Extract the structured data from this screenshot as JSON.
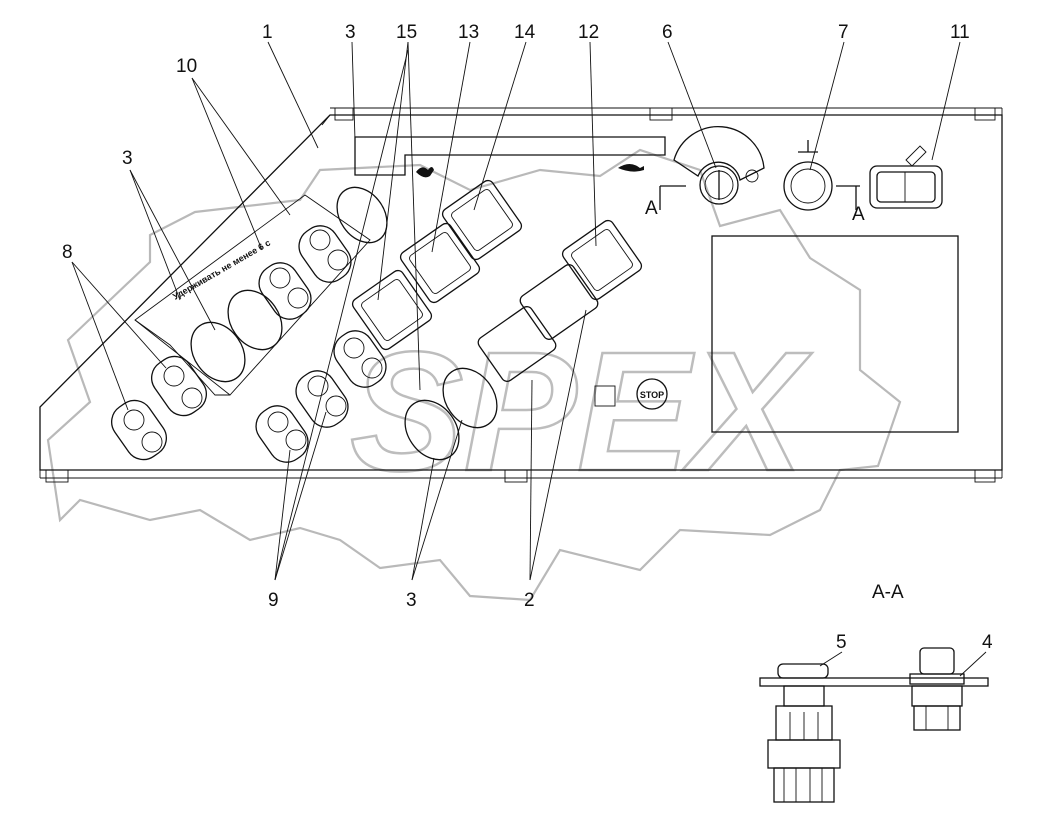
{
  "callouts": [
    {
      "id": "c1",
      "text": "1"
    },
    {
      "id": "c3a",
      "text": "3"
    },
    {
      "id": "c15",
      "text": "15"
    },
    {
      "id": "c13",
      "text": "13"
    },
    {
      "id": "c14",
      "text": "14"
    },
    {
      "id": "c12",
      "text": "12"
    },
    {
      "id": "c6",
      "text": "6"
    },
    {
      "id": "c7",
      "text": "7"
    },
    {
      "id": "c11",
      "text": "11"
    },
    {
      "id": "c10",
      "text": "10"
    },
    {
      "id": "c3b",
      "text": "3"
    },
    {
      "id": "c8",
      "text": "8"
    },
    {
      "id": "c9",
      "text": "9"
    },
    {
      "id": "c3c",
      "text": "3"
    },
    {
      "id": "c2",
      "text": "2"
    },
    {
      "id": "c5",
      "text": "5"
    },
    {
      "id": "c4",
      "text": "4"
    }
  ],
  "section": {
    "label": "А-А",
    "marker_left": "А",
    "marker_right": "А"
  },
  "panel": {
    "hold_text": "Удерживать не менее 6 с",
    "stop_label": "STOP"
  },
  "watermark": {
    "text": "SPEX"
  }
}
